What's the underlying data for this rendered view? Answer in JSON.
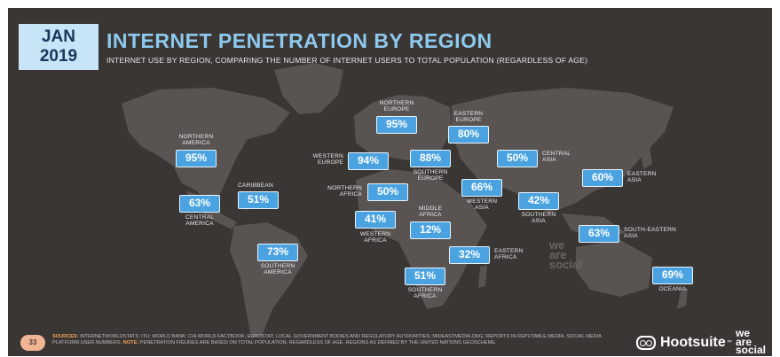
{
  "date": {
    "month": "JAN",
    "year": "2019"
  },
  "title": "INTERNET PENETRATION BY REGION",
  "subtitle": "INTERNET USE BY REGION, COMPARING THE NUMBER OF INTERNET USERS TO TOTAL POPULATION (REGARDLESS OF AGE)",
  "regions": [
    {
      "id": "northern-america",
      "value": "95%",
      "label": "NORTHERN\nAMERICA"
    },
    {
      "id": "central-america",
      "value": "63%",
      "label": "CENTRAL\nAMERICA"
    },
    {
      "id": "caribbean",
      "value": "51%",
      "label": "CARIBBEAN"
    },
    {
      "id": "southern-america",
      "value": "73%",
      "label": "SOUTHERN\nAMERICA"
    },
    {
      "id": "northern-europe",
      "value": "95%",
      "label": "NORTHERN\nEUROPE"
    },
    {
      "id": "western-europe",
      "value": "94%",
      "label": "WESTERN\nEUROPE"
    },
    {
      "id": "southern-europe",
      "value": "88%",
      "label": "SOUTHERN\nEUROPE"
    },
    {
      "id": "eastern-europe",
      "value": "80%",
      "label": "EASTERN\nEUROPE"
    },
    {
      "id": "northern-africa",
      "value": "50%",
      "label": "NORTHERN\nAFRICA"
    },
    {
      "id": "western-africa",
      "value": "41%",
      "label": "WESTERN\nAFRICA"
    },
    {
      "id": "middle-africa",
      "value": "12%",
      "label": "MIDDLE\nAFRICA"
    },
    {
      "id": "eastern-africa",
      "value": "32%",
      "label": "EASTERN\nAFRICA"
    },
    {
      "id": "southern-africa",
      "value": "51%",
      "label": "SOUTHERN\nAFRICA"
    },
    {
      "id": "western-asia",
      "value": "66%",
      "label": "WESTERN\nASIA"
    },
    {
      "id": "central-asia",
      "value": "50%",
      "label": "CENTRAL\nASIA"
    },
    {
      "id": "southern-asia",
      "value": "42%",
      "label": "SOUTHERN\nASIA"
    },
    {
      "id": "eastern-asia",
      "value": "60%",
      "label": "EASTERN\nASIA"
    },
    {
      "id": "south-eastern-asia",
      "value": "63%",
      "label": "SOUTH-EASTERN\nASIA"
    },
    {
      "id": "oceania",
      "value": "69%",
      "label": "OCEANIA"
    }
  ],
  "watermark": "we\nare\nsocial",
  "page_number": "33",
  "sources": {
    "key": "SOURCES:",
    "text": " INTERNETWORLDSTATS; ITU; WORLD BANK; CIA WORLD FACTBOOK; EUROSTAT; LOCAL GOVERNMENT BODIES AND REGULATORY AUTHORITIES; MIDEASTMEDIA.ORG; REPORTS IN REPUTABLE MEDIA; SOCIAL MEDIA PLATFORM USER NUMBERS. ",
    "note_key": "NOTE:",
    "note_text": " PENETRATION FIGURES ARE BASED ON TOTAL POPULATION, REGARDLESS OF AGE. REGIONS AS DEFINED BY THE UNITED NATIONS GEOSCHEME."
  },
  "brand": {
    "hootsuite": "Hootsuite",
    "tm": "™",
    "wearesocial": "we\nare\nsocial"
  },
  "colors": {
    "background": "#3a3634",
    "land": "#595452",
    "callout": "#4aa3e0",
    "title": "#8ec9ee",
    "date_box": "#c7e5f6"
  }
}
